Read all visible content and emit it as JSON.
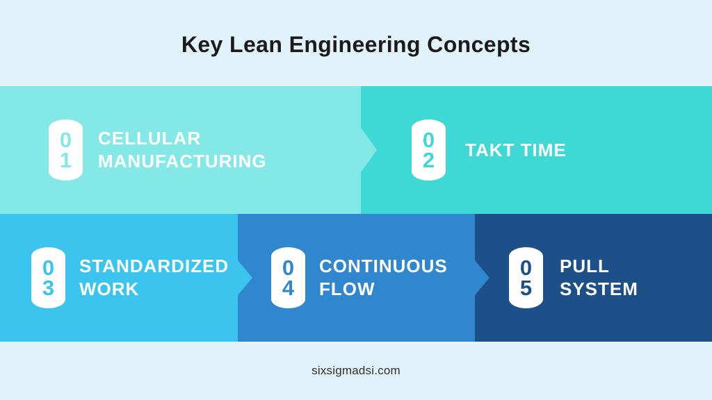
{
  "title": "Key Lean Engineering Concepts",
  "footer": "sixsigmadsi.com",
  "background_color": "#e2f2fb",
  "title_color": "#1b1b1b",
  "label_text_color": "#ffffff",
  "badge_background_color": "#ffffff",
  "concepts": [
    {
      "number": "01",
      "digits": [
        "0",
        "1"
      ],
      "label": "CELLULAR MANUFACTURING",
      "lines": [
        "CELLULAR",
        "MANUFACTURING"
      ],
      "color": "#84e8e6"
    },
    {
      "number": "02",
      "digits": [
        "0",
        "2"
      ],
      "label": "TAKT TIME",
      "lines": [
        "TAKT TIME"
      ],
      "color": "#3ed9d4"
    },
    {
      "number": "03",
      "digits": [
        "0",
        "3"
      ],
      "label": "STANDARDIZED WORK",
      "lines": [
        "STANDARDIZED",
        "WORK"
      ],
      "color": "#3ac4ee"
    },
    {
      "number": "04",
      "digits": [
        "0",
        "4"
      ],
      "label": "CONTINUOUS FLOW",
      "lines": [
        "CONTINUOUS",
        "FLOW"
      ],
      "color": "#3187ce"
    },
    {
      "number": "05",
      "digits": [
        "0",
        "5"
      ],
      "label": "PULL SYSTEM",
      "lines": [
        "PULL",
        "SYSTEM"
      ],
      "color": "#1d4f88"
    }
  ]
}
